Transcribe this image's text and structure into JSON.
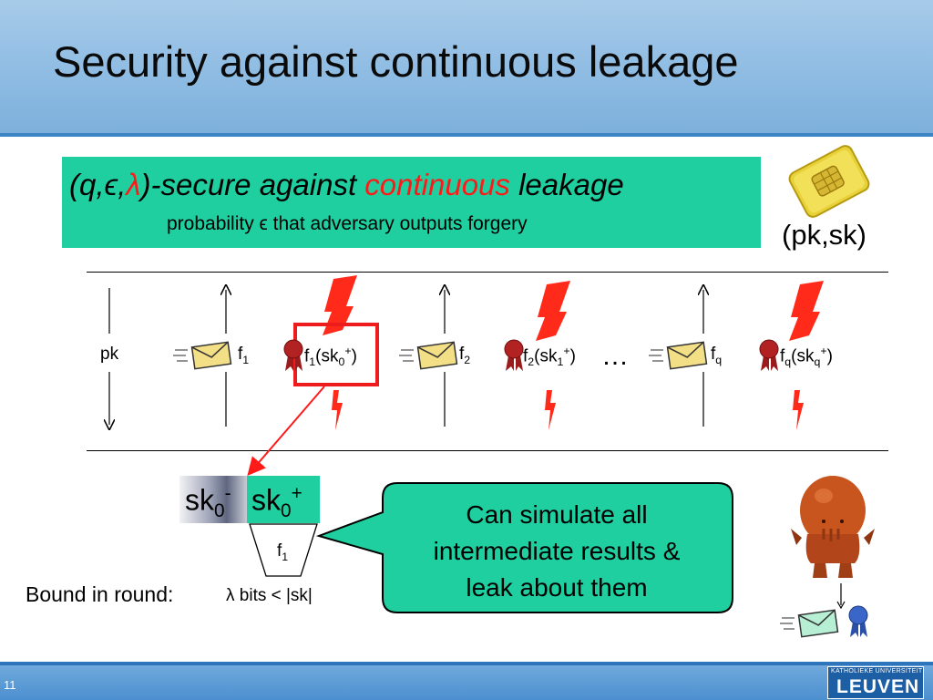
{
  "title": "Security against continuous leakage",
  "definition": {
    "open_paren": "(",
    "q_eps": "q,ϵ,",
    "lambda": "λ",
    "close_rest": ")-secure against ",
    "continuous": "continuous",
    "leakage": " leakage",
    "subtitle": "probability ϵ that adversary outputs forgery"
  },
  "keys_label": "(pk,sk)",
  "timeline": {
    "pk": "pk",
    "f1": {
      "base": "f",
      "sub": "1"
    },
    "f1_leak": {
      "base": "f",
      "sub1": "1",
      "mid": "(sk",
      "sub2": "0",
      "sup": "+",
      "end": ")"
    },
    "f2": {
      "base": "f",
      "sub": "2"
    },
    "f2_leak": {
      "base": "f",
      "sub1": "2",
      "mid": "(sk",
      "sub2": "1",
      "sup": "+",
      "end": ")"
    },
    "dots": "…",
    "fq": {
      "base": "f",
      "sub": "q"
    },
    "fq_leak": {
      "base": "f",
      "sub1": "q",
      "mid": "(sk",
      "sub2": "q",
      "sup": "+",
      "end": ")"
    }
  },
  "state": {
    "sk_minus": {
      "base": "sk",
      "sub": "0",
      "sup": "-"
    },
    "sk_plus": {
      "base": "sk",
      "sub": "0",
      "sup": "+"
    },
    "funnel": {
      "base": "f",
      "sub": "1"
    }
  },
  "bubble": {
    "line1": "Can simulate all",
    "line2": "intermediate results &",
    "line3": "leak about them"
  },
  "bound": {
    "label": "Bound in round:",
    "value": "λ bits < |sk|"
  },
  "footer": {
    "slide_number": "11",
    "logo_top": "KATHOLIEKE UNIVERSITEIT",
    "logo_main": "LEUVEN"
  },
  "colors": {
    "accent_green": "#1fcfa0",
    "highlight_red": "#ff1a1a",
    "header_blue": "#8fbce3"
  }
}
